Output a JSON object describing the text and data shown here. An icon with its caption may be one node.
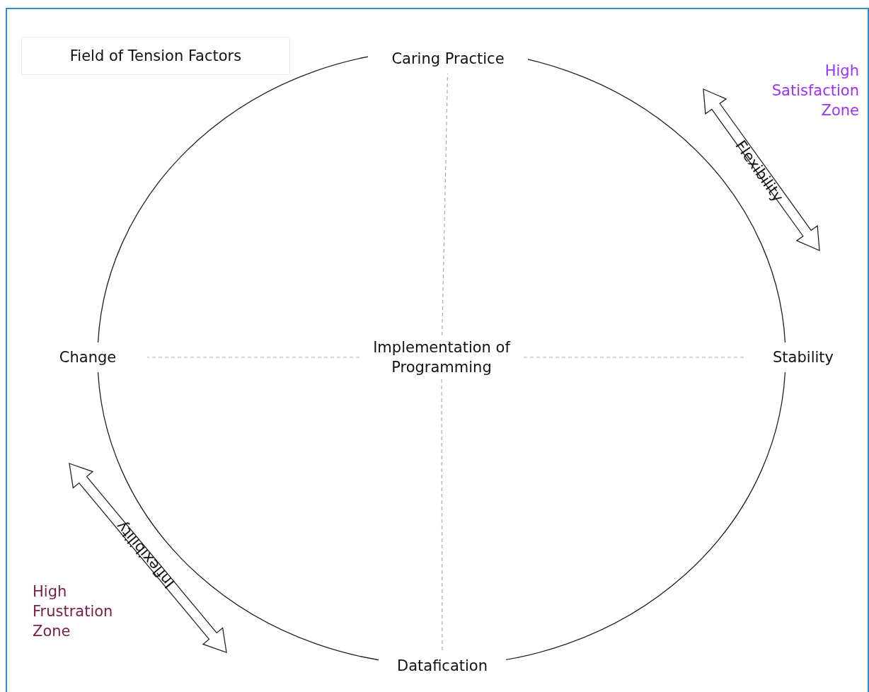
{
  "diagram": {
    "title": "Field of Tension Factors",
    "nodes": [
      {
        "text": [
          "Caring Practice"
        ]
      },
      {
        "text": [
          "Change"
        ]
      },
      {
        "text": [
          "Implementation of Programming"
        ]
      },
      {
        "text": [
          "Stability"
        ]
      },
      {
        "text": [
          "Datafication"
        ]
      }
    ],
    "edges": [
      {
        "from": 2,
        "to": 0,
        "arrow": "none",
        "style": "dashed"
      },
      {
        "from": 2,
        "to": 1,
        "arrow": "none",
        "style": "dashed"
      },
      {
        "from": 2,
        "to": 3,
        "arrow": "none",
        "style": "dashed"
      },
      {
        "from": 2,
        "to": 4,
        "arrow": "none",
        "style": "dashed"
      }
    ],
    "labels": [
      "High Satisfaction Zone",
      "Flexibility",
      "Inflexibility",
      "High Frustration Zone"
    ]
  }
}
